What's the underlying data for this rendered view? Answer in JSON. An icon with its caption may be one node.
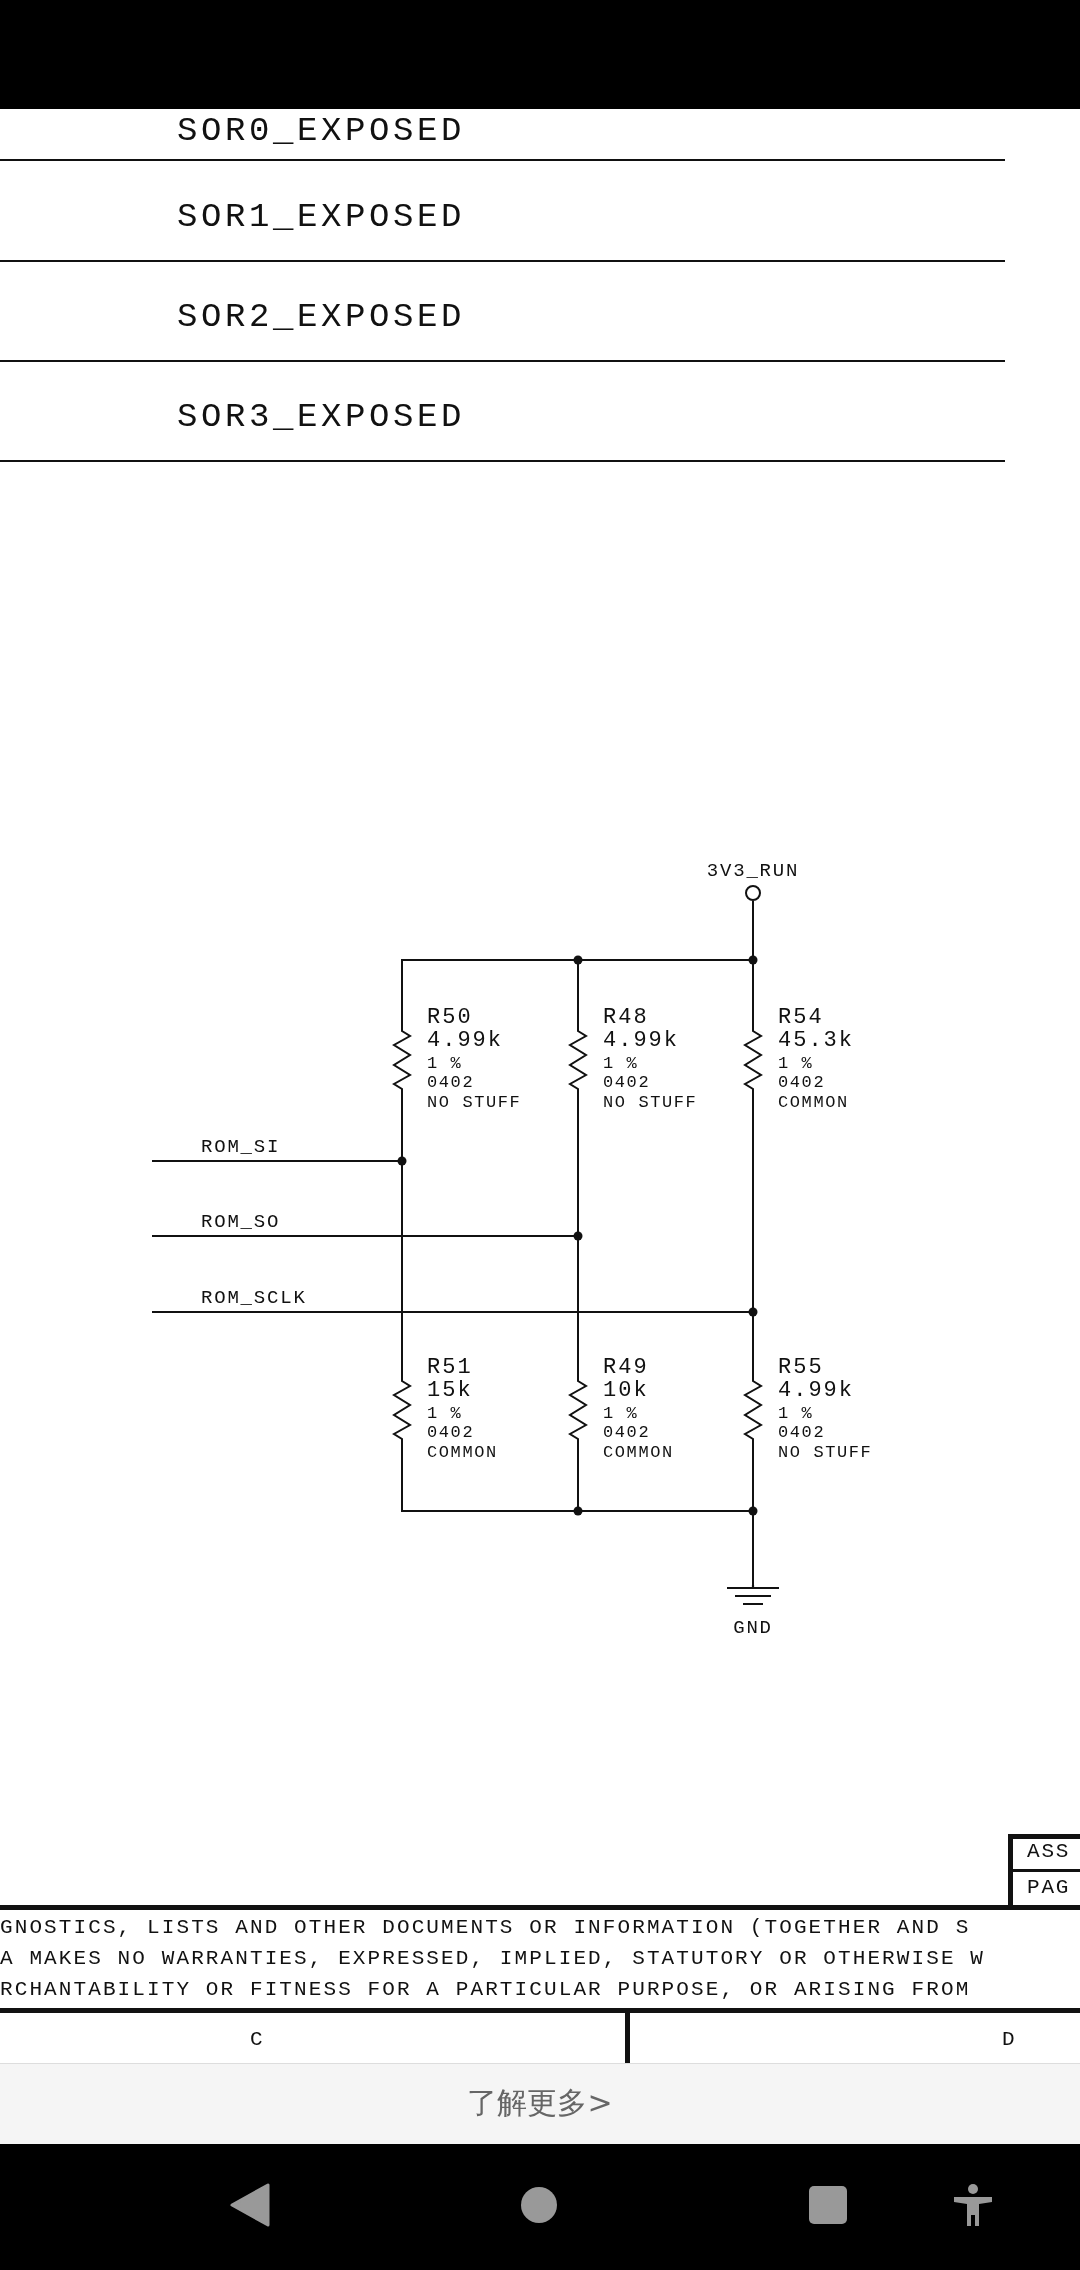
{
  "diagram": {
    "nodes": [
      {
        "text": [
          "3V3_RUN"
        ]
      },
      {
        "text": [
          "R50",
          "4.99k",
          "1 %",
          "0402",
          "NO STUFF"
        ]
      },
      {
        "text": [
          "R48",
          "4.99k",
          "1 %",
          "0402",
          "NO STUFF"
        ]
      },
      {
        "text": [
          "R54",
          "45.3k",
          "1 %",
          "0402",
          "COMMON"
        ]
      },
      {
        "text": [
          "ROM_SI"
        ]
      },
      {
        "text": [
          "ROM_SO"
        ]
      },
      {
        "text": [
          "ROM_SCLK"
        ]
      },
      {
        "text": [
          "R51",
          "15k",
          "1 %",
          "0402",
          "COMMON"
        ]
      },
      {
        "text": [
          "R49",
          "10k",
          "1 %",
          "0402",
          "COMMON"
        ]
      },
      {
        "text": [
          "R55",
          "4.99k",
          "1 %",
          "0402",
          "NO STUFF"
        ]
      },
      {
        "text": [
          "GND"
        ]
      }
    ],
    "edges": [
      {
        "from": 0,
        "to": 1,
        "arrow": "none"
      },
      {
        "from": 0,
        "to": 2,
        "arrow": "none"
      },
      {
        "from": 0,
        "to": 3,
        "arrow": "none"
      },
      {
        "from": 4,
        "to": 1,
        "arrow": "none"
      },
      {
        "from": 4,
        "to": 7,
        "arrow": "none"
      },
      {
        "from": 5,
        "to": 2,
        "arrow": "none"
      },
      {
        "from": 5,
        "to": 8,
        "arrow": "none"
      },
      {
        "from": 6,
        "to": 3,
        "arrow": "none"
      },
      {
        "from": 6,
        "to": 9,
        "arrow": "none"
      },
      {
        "from": 7,
        "to": 10,
        "arrow": "none"
      },
      {
        "from": 8,
        "to": 10,
        "arrow": "none"
      },
      {
        "from": 9,
        "to": 10,
        "arrow": "none"
      }
    ],
    "labels": [
      "SOR0_EXPOSED",
      "SOR1_EXPOSED",
      "SOR2_EXPOSED",
      "SOR3_EXPOSED",
      "ASS",
      "PAG",
      "GNOSTICS, LISTS AND OTHER DOCUMENTS OR INFORMATION (TOGETHER AND S",
      "A MAKES NO WARRANTIES, EXPRESSED, IMPLIED, STATUTORY OR OTHERWISE W",
      "RCHANTABILITY OR FITNESS FOR A PARTICULAR PURPOSE, OR ARISING FROM",
      "C",
      "D",
      "了解更多>"
    ]
  }
}
